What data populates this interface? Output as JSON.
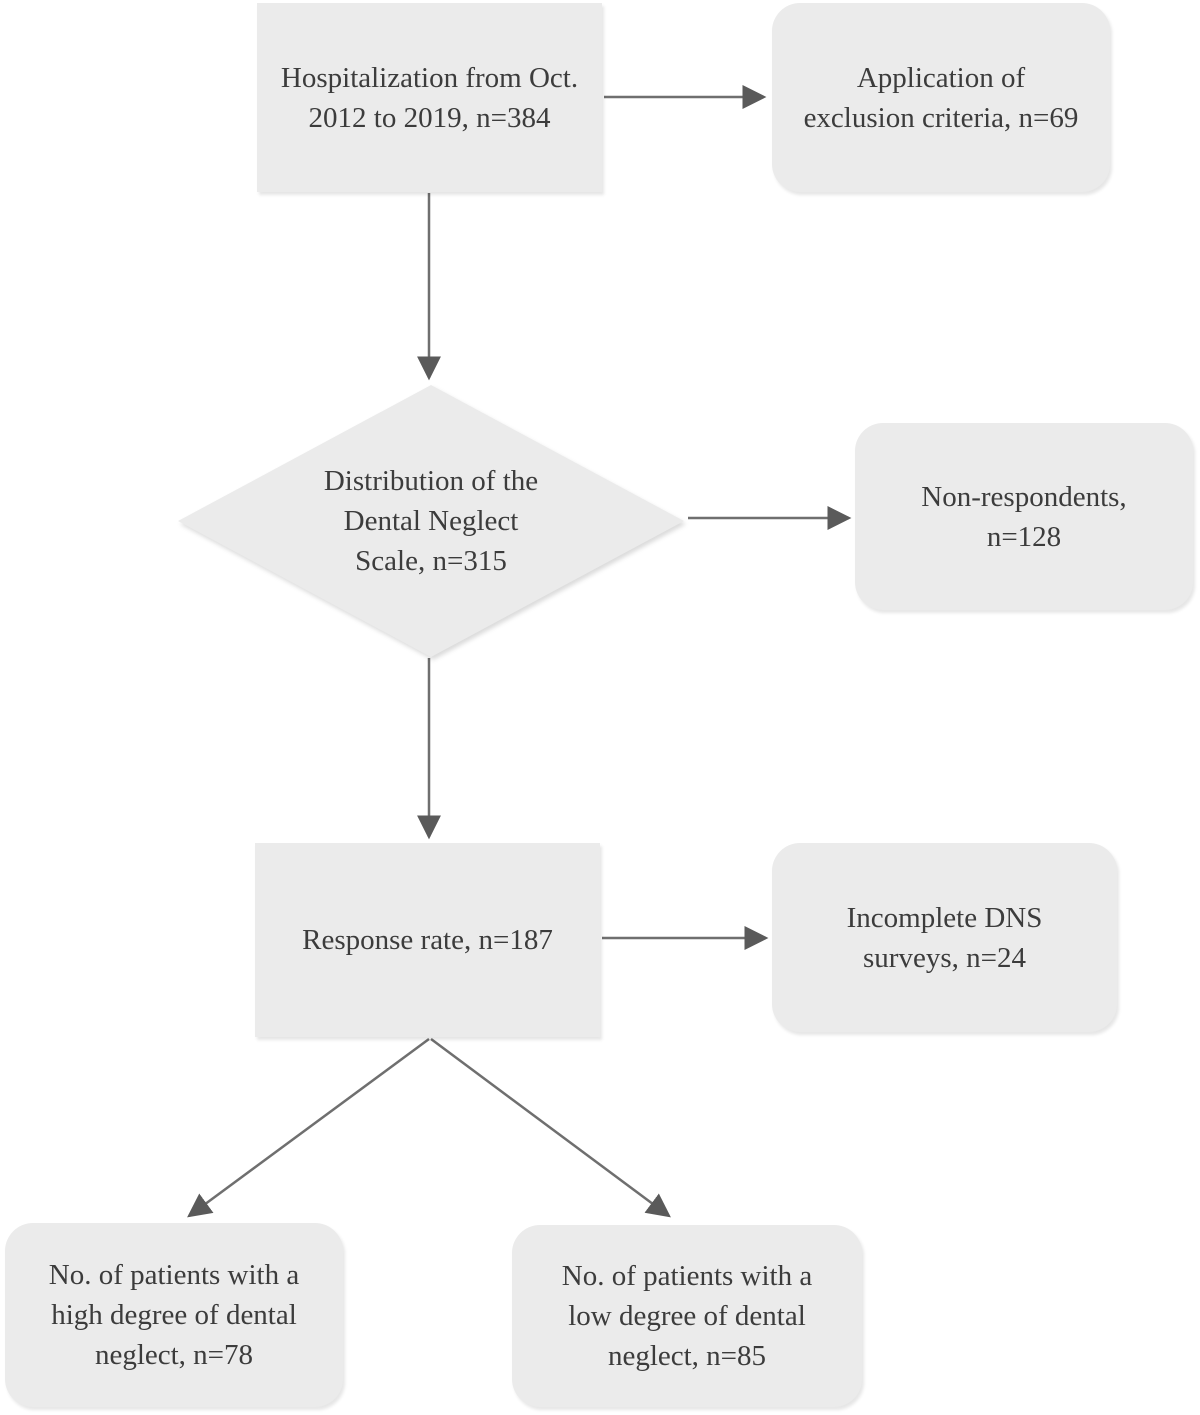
{
  "flowchart": {
    "nodes": {
      "hospitalization": {
        "lines": [
          "Hospitalization from Oct.",
          "2012 to 2019, n=384"
        ],
        "n": 384
      },
      "exclusion": {
        "lines": [
          "Application of",
          "exclusion criteria, n=69"
        ],
        "n": 69
      },
      "dns_distribution": {
        "lines": [
          "Distribution of the",
          "Dental Neglect",
          "Scale, n=315"
        ],
        "n": 315
      },
      "non_respondents": {
        "lines": [
          "Non-respondents,",
          "n=128"
        ],
        "n": 128
      },
      "response_rate": {
        "lines": [
          "Response rate, n=187"
        ],
        "n": 187
      },
      "incomplete_surveys": {
        "lines": [
          "Incomplete DNS",
          "surveys, n=24"
        ],
        "n": 24
      },
      "high_neglect": {
        "lines": [
          "No. of patients with a",
          "high degree of dental",
          "neglect, n=78"
        ],
        "n": 78
      },
      "low_neglect": {
        "lines": [
          "No. of patients with a",
          "low degree of dental",
          "neglect, n=85"
        ],
        "n": 85
      }
    },
    "edges": [
      {
        "from": "hospitalization",
        "to": "exclusion"
      },
      {
        "from": "hospitalization",
        "to": "dns_distribution"
      },
      {
        "from": "dns_distribution",
        "to": "non_respondents"
      },
      {
        "from": "dns_distribution",
        "to": "response_rate"
      },
      {
        "from": "response_rate",
        "to": "incomplete_surveys"
      },
      {
        "from": "response_rate",
        "to": "high_neglect"
      },
      {
        "from": "response_rate",
        "to": "low_neglect"
      }
    ],
    "colors": {
      "background": "#ffffff",
      "node_fill": "#ebebeb",
      "arrow_line": "#6f6f6f",
      "arrowhead": "#5a5a5a",
      "text": "#3c3c3c"
    }
  }
}
